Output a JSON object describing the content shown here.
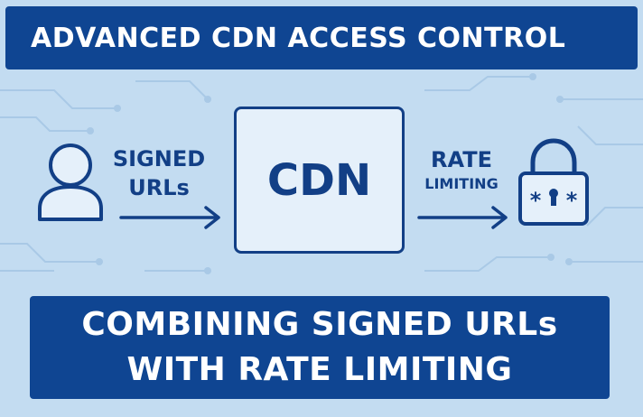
{
  "title": "ADVANCED CDN ACCESS CONTROL",
  "flow": {
    "signed_line1": "SIGNED",
    "signed_line2": "URLs",
    "cdn": "CDN",
    "rate_line1": "RATE",
    "rate_line2": "LIMITING",
    "lock_symbol_left": "*",
    "lock_symbol_right": "*"
  },
  "subtitle_line1": "COMBINING SIGNED URLs",
  "subtitle_line2": "WITH RATE LIMITING",
  "colors": {
    "background": "#c3dcf1",
    "banner": "#0f4592",
    "ink": "#123f86",
    "box_fill": "#e5f0fa"
  }
}
